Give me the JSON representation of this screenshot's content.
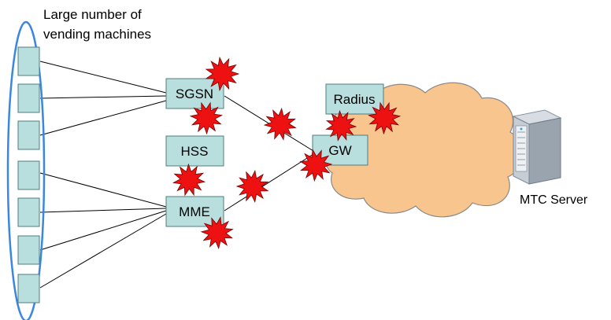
{
  "group_label_line1": "Large number of",
  "group_label_line2": "vending machines",
  "nodes": {
    "sgsn": "SGSN",
    "hss": "HSS",
    "mme": "MME",
    "radius": "Radius",
    "gw": "GW",
    "server": "MTC Server"
  },
  "device_count": 7,
  "colors": {
    "box_fill": "#b9dede",
    "box_stroke": "#4e7f7f",
    "ellipse": "#3a86e0",
    "cloud_fill": "#f8c58e",
    "cloud_stroke": "#8a8a8a",
    "burst_fill": "#ee1111",
    "burst_stroke": "#7a0000"
  },
  "icons": [
    "burst-icon",
    "server-icon",
    "cloud-icon"
  ]
}
